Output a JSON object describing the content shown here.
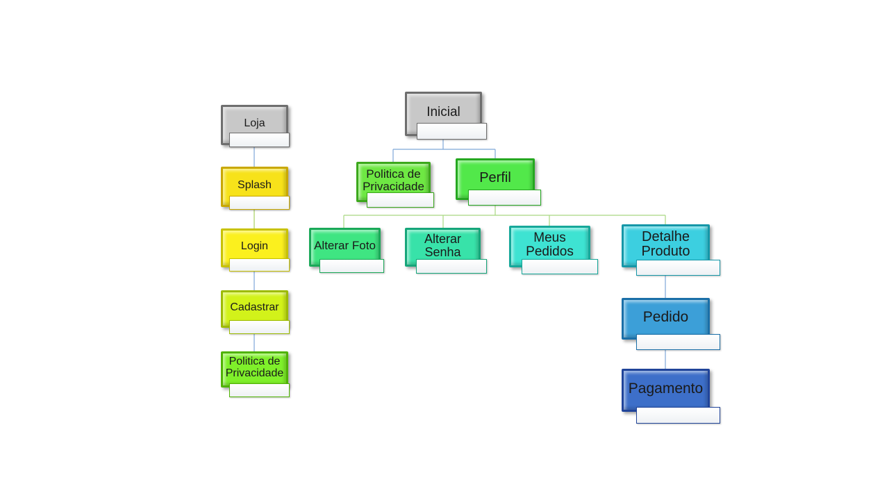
{
  "diagram": {
    "left_column": [
      {
        "id": "loja",
        "label": "Loja",
        "color": "#c8c8c8",
        "border": "#6e6e6e"
      },
      {
        "id": "splash",
        "label": "Splash",
        "color": "#f7e21a",
        "border": "#c9a800"
      },
      {
        "id": "login",
        "label": "Login",
        "color": "#fbf01e",
        "border": "#c8c200"
      },
      {
        "id": "cadastrar",
        "label": "Cadastrar",
        "color": "#d2f21a",
        "border": "#9dbb00"
      },
      {
        "id": "politica-left",
        "label": "Politica de\nPrivacidade",
        "color": "#7ff02a",
        "border": "#4fb300"
      }
    ],
    "right_tree": {
      "root": {
        "id": "inicial",
        "label": "Inicial",
        "color": "#c8c8c8",
        "border": "#6e6e6e"
      },
      "level1": [
        {
          "id": "politica-right",
          "label": "Politica de\nPrivacidade",
          "color": "#6ee843",
          "border": "#3ca81c"
        },
        {
          "id": "perfil",
          "label": "Perfil",
          "color": "#52e84a",
          "border": "#25a820"
        }
      ],
      "level2": [
        {
          "id": "alterar-foto",
          "label": "Alterar Foto",
          "color": "#3fe582",
          "border": "#1aa958"
        },
        {
          "id": "alterar-senha",
          "label": "Alterar\nSenha",
          "color": "#38e2a9",
          "border": "#16a67a"
        },
        {
          "id": "meus-pedidos",
          "label": "Meus\nPedidos",
          "color": "#3ee3d2",
          "border": "#16a89a"
        },
        {
          "id": "detalhe-produto",
          "label": "Detalhe\nProduto",
          "color": "#3ccfe0",
          "border": "#1597a8"
        }
      ],
      "level3": [
        {
          "id": "pedido",
          "label": "Pedido",
          "color": "#3c9fd8",
          "border": "#1a6fa8"
        },
        {
          "id": "pagamento",
          "label": "Pagamento",
          "color": "#3d6fc9",
          "border": "#20449a"
        }
      ]
    }
  }
}
